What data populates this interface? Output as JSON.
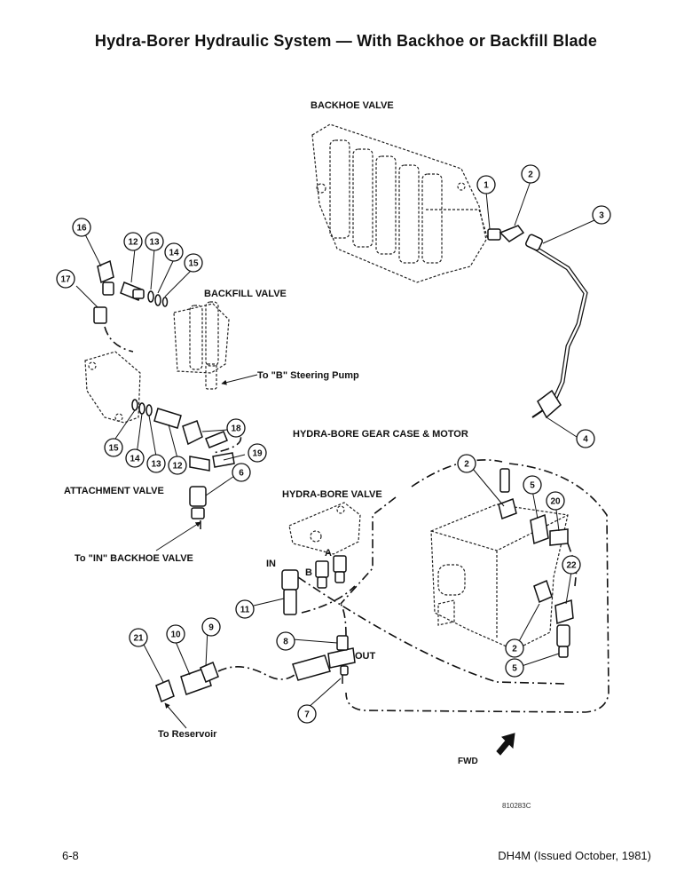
{
  "title": "Hydra-Borer Hydraulic System — With Backhoe or Backfill Blade",
  "labels": {
    "backhoe_valve": "BACKHOE VALVE",
    "backfill_valve": "BACKFILL VALVE",
    "steering_pump": "To \"B\" Steering Pump",
    "gear_case_motor": "HYDRA-BORE GEAR CASE & MOTOR",
    "attachment_valve": "ATTACHMENT VALVE",
    "hydra_bore_valve": "HYDRA-BORE VALVE",
    "in_backhoe_valve": "To \"IN\" BACKHOE VALVE",
    "port_in": "IN",
    "port_b": "B",
    "port_a": "A",
    "port_out": "OUT",
    "reservoir": "To Reservoir",
    "fwd": "FWD"
  },
  "callouts": [
    "1",
    "2",
    "3",
    "16",
    "12",
    "13",
    "14",
    "15",
    "17",
    "4",
    "18",
    "15",
    "14",
    "13",
    "12",
    "19",
    "6",
    "2",
    "5",
    "20",
    "22",
    "11",
    "8",
    "21",
    "10",
    "9",
    "2",
    "5",
    "7"
  ],
  "drawing_number": "810283C",
  "footer": {
    "page_number": "6-8",
    "doc_ref": "DH4M (Issued October, 1981)"
  }
}
